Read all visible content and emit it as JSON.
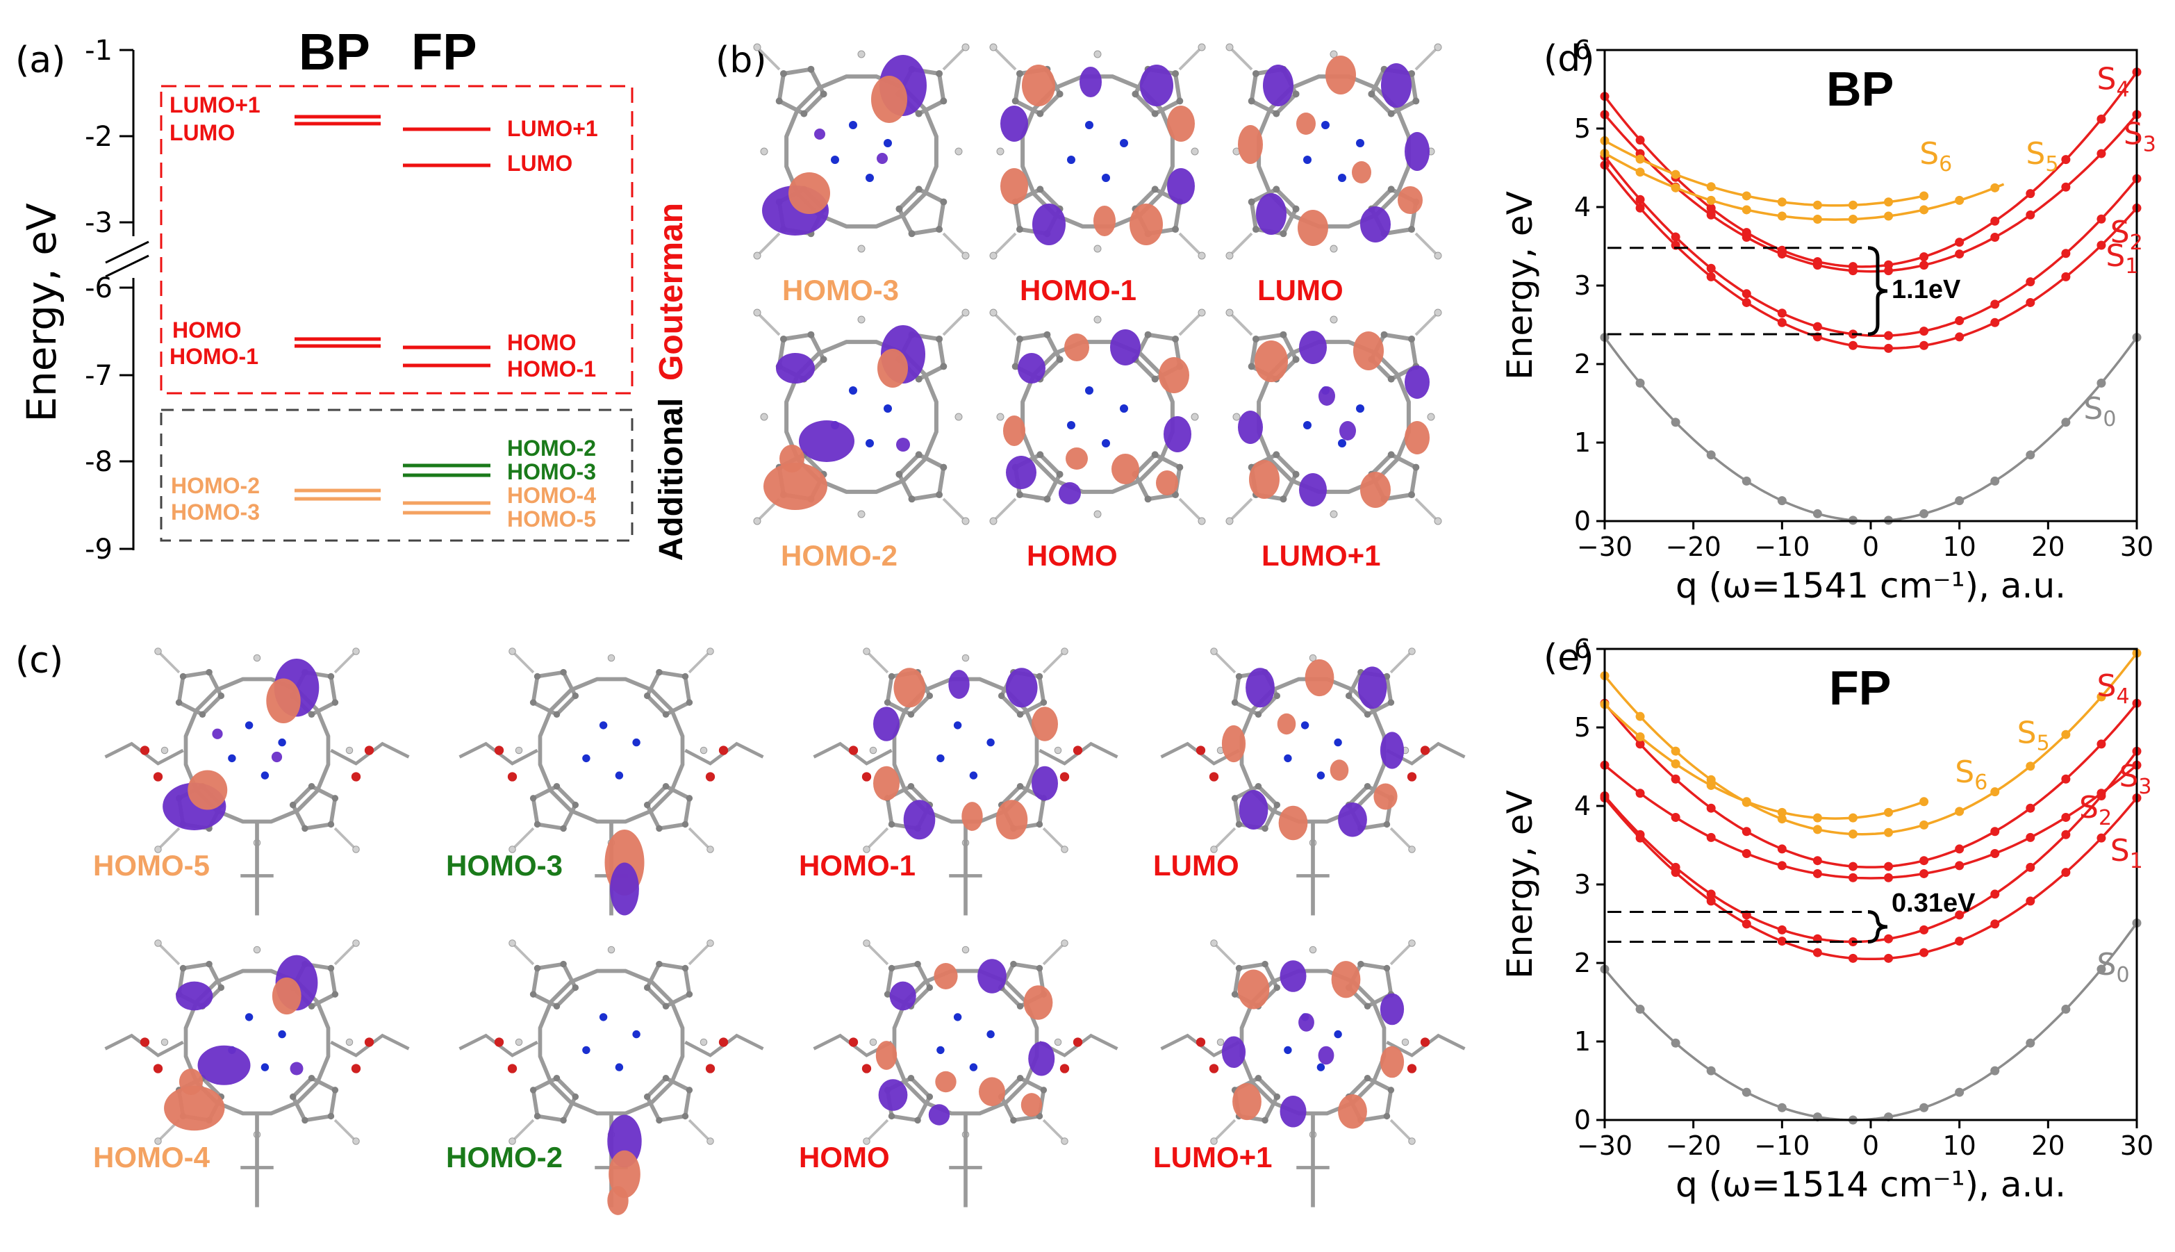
{
  "colors": {
    "gouterman": "#ee1111",
    "additional_orange": "#f4a261",
    "additional_green": "#1a7a1a",
    "singlet_red": "#e81e1e",
    "singlet_orange": "#f5a623",
    "ground_gray": "#8c8c8c",
    "lobe_purple": "#6a2fc8",
    "lobe_salmon": "#e07a62"
  },
  "panel_a": {
    "letter": "(a)",
    "title_bp": "BP",
    "title_fp": "FP",
    "ylabel": "Energy, eV",
    "ticks_upper": [
      "-1",
      "-2",
      "-3"
    ],
    "ticks_lower": [
      "-6",
      "-7",
      "-8",
      "-9"
    ],
    "box_gouterman": "Gouterman",
    "box_additional": "Additional",
    "bp_gouterman_labels": [
      "LUMO+1",
      "LUMO",
      "HOMO",
      "HOMO-1"
    ],
    "fp_gouterman_labels": [
      "LUMO+1",
      "LUMO",
      "HOMO",
      "HOMO-1"
    ],
    "bp_additional_labels": [
      "HOMO-2",
      "HOMO-3"
    ],
    "fp_additional_labels": [
      "HOMO-2",
      "HOMO-3",
      "HOMO-4",
      "HOMO-5"
    ]
  },
  "panel_b": {
    "letter": "(b)",
    "labels": [
      {
        "text": "HOMO-3",
        "color": "orange"
      },
      {
        "text": "HOMO-1",
        "color": "red"
      },
      {
        "text": "LUMO",
        "color": "red"
      },
      {
        "text": "HOMO-2",
        "color": "orange"
      },
      {
        "text": "HOMO",
        "color": "red"
      },
      {
        "text": "LUMO+1",
        "color": "red"
      }
    ]
  },
  "panel_c": {
    "letter": "(c)",
    "labels": [
      {
        "text": "HOMO-5",
        "color": "orange"
      },
      {
        "text": "HOMO-3",
        "color": "green"
      },
      {
        "text": "HOMO-1",
        "color": "red"
      },
      {
        "text": "LUMO",
        "color": "red"
      },
      {
        "text": "HOMO-4",
        "color": "orange"
      },
      {
        "text": "HOMO-2",
        "color": "green"
      },
      {
        "text": "HOMO",
        "color": "red"
      },
      {
        "text": "LUMO+1",
        "color": "red"
      }
    ]
  },
  "chart_data": [
    {
      "panel": "(d)",
      "type": "line",
      "title": "BP",
      "xlabel": "q (ω=1541 cm⁻¹), a.u.",
      "ylabel": "Energy, eV",
      "xlim": [
        -30,
        30
      ],
      "ylim": [
        0,
        6
      ],
      "xticks": [
        "−30",
        "−20",
        "−10",
        "0",
        "10",
        "20",
        "30"
      ],
      "yticks": [
        "0",
        "1",
        "2",
        "3",
        "4",
        "5",
        "6"
      ],
      "annotation": "1.1eV",
      "annotation_levels": [
        2.38,
        3.48
      ],
      "series": [
        {
          "name": "S0",
          "color": "gray",
          "min_q": 0,
          "min_e": 0.0,
          "curv": 0.0026,
          "x_range": [
            -30,
            30
          ]
        },
        {
          "name": "S1",
          "color": "red",
          "min_q": 2,
          "min_e": 2.2,
          "curv": 0.00228,
          "x_range": [
            -30,
            30
          ]
        },
        {
          "name": "S2",
          "color": "red",
          "min_q": 1,
          "min_e": 2.36,
          "curv": 0.00238,
          "x_range": [
            -30,
            30
          ]
        },
        {
          "name": "S3",
          "color": "red",
          "min_q": 0,
          "min_e": 3.18,
          "curv": 0.00222,
          "x_range": [
            -30,
            30
          ]
        },
        {
          "name": "S4",
          "color": "red",
          "min_q": -1,
          "min_e": 3.24,
          "curv": 0.00258,
          "x_range": [
            -30,
            30
          ]
        },
        {
          "name": "S5",
          "color": "orange",
          "min_q": -4,
          "min_e": 3.84,
          "curv": 0.00125,
          "x_range": [
            -30,
            15
          ]
        },
        {
          "name": "S6",
          "color": "orange",
          "min_q": -4,
          "min_e": 4.02,
          "curv": 0.00122,
          "x_range": [
            -30,
            6
          ]
        }
      ]
    },
    {
      "panel": "(e)",
      "type": "line",
      "title": "FP",
      "xlabel": "q (ω=1514 cm⁻¹), a.u.",
      "ylabel": "Energy, eV",
      "xlim": [
        -30,
        30
      ],
      "ylim": [
        0,
        6
      ],
      "xticks": [
        "−30",
        "−20",
        "−10",
        "0",
        "10",
        "20",
        "30"
      ],
      "yticks": [
        "0",
        "1",
        "2",
        "3",
        "4",
        "5",
        "6"
      ],
      "annotation": "0.31eV",
      "annotation_levels": [
        2.27,
        2.65
      ],
      "series": [
        {
          "name": "S0",
          "color": "gray",
          "min_q": -2,
          "min_e": 0.0,
          "curv": 0.00245,
          "x_range": [
            -30,
            30
          ]
        },
        {
          "name": "S1",
          "color": "red",
          "min_q": 0,
          "min_e": 2.05,
          "curv": 0.00228,
          "x_range": [
            -30,
            30
          ]
        },
        {
          "name": "S2",
          "color": "red",
          "min_q": -2,
          "min_e": 2.27,
          "curv": 0.00237,
          "x_range": [
            -30,
            30
          ]
        },
        {
          "name": "S3",
          "color": "red",
          "min_q": 0,
          "min_e": 3.08,
          "curv": 0.0016,
          "x_range": [
            -30,
            30
          ]
        },
        {
          "name": "S4",
          "color": "red",
          "min_q": 0,
          "min_e": 3.22,
          "curv": 0.00232,
          "x_range": [
            -30,
            30
          ]
        },
        {
          "name": "S5",
          "color": "orange",
          "min_q": -1,
          "min_e": 3.64,
          "curv": 0.0024,
          "x_range": [
            -30,
            30
          ]
        },
        {
          "name": "S6",
          "color": "orange",
          "min_q": -4,
          "min_e": 3.84,
          "curv": 0.00215,
          "x_range": [
            -30,
            6
          ]
        }
      ]
    }
  ]
}
